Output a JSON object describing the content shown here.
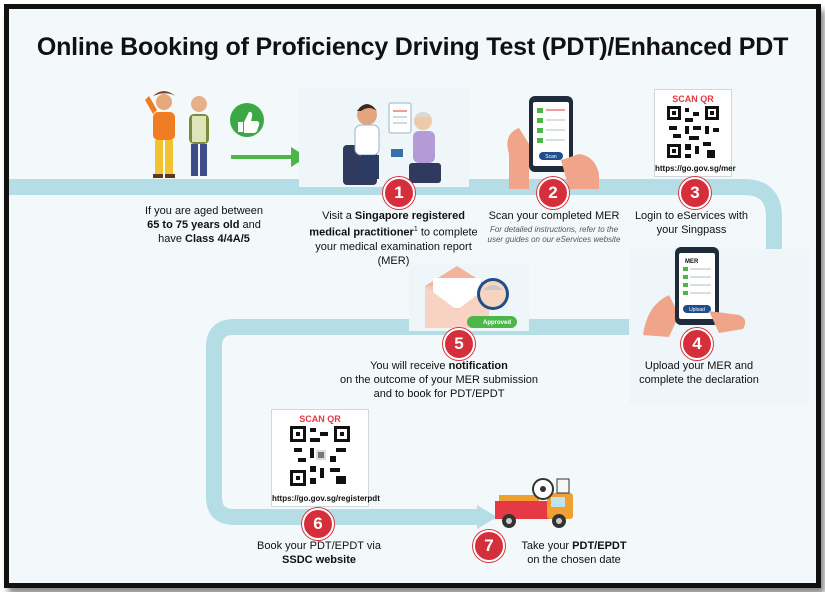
{
  "title": "Online Booking of Proficiency Driving Test (PDT)/Enhanced PDT",
  "intro": {
    "line1_pre": "If you are aged between",
    "line2_bold": "65 to 75 years old",
    "line2_post": "and",
    "line3_pre": "have",
    "line3_bold": "Class 4/4A/5"
  },
  "steps": [
    {
      "num": "1",
      "pre": "Visit a",
      "bold": "Singapore registered medical practitioner",
      "sup": "1",
      "post": "to complete your medical examination report (MER)"
    },
    {
      "num": "2",
      "text": "Scan your completed MER",
      "note": "For detailed instructions, refer to the user guides on our eServices website",
      "screen_button": "Scan"
    },
    {
      "num": "3",
      "text": "Login to eServices with your Singpass",
      "qr_label": "SCAN QR",
      "qr_url": "https://go.gov.sg/mer"
    },
    {
      "num": "4",
      "text": "Upload your MER and complete the declaration",
      "screen_title": "MER",
      "screen_button": "Upload"
    },
    {
      "num": "5",
      "pre": "You will receive",
      "bold": "notification",
      "post": "on the outcome of your MER submission and to book for PDT/EPDT",
      "badge_text": "Approved"
    },
    {
      "num": "6",
      "pre": "Book your PDT/EPDT via",
      "bold": "SSDC website",
      "qr_label": "SCAN QR",
      "qr_url": "https://go.gov.sg/registerpdt"
    },
    {
      "num": "7",
      "pre": "Take your",
      "bold": "PDT/EPDT",
      "post": "on the chosen date"
    }
  ],
  "icons": [
    "elderly-couple-icon",
    "thumbs-up-icon",
    "arrow-right-icon",
    "doctor-patient-icon",
    "phone-scan-icon",
    "qr-code-icon",
    "phone-upload-icon",
    "envelope-notification-icon",
    "truck-icon"
  ],
  "colors": {
    "path": "#b5dde6",
    "badge": "#d62f3c",
    "arrow": "#4cb648",
    "thumb": "#3aa845",
    "accent_red": "#e53946"
  }
}
